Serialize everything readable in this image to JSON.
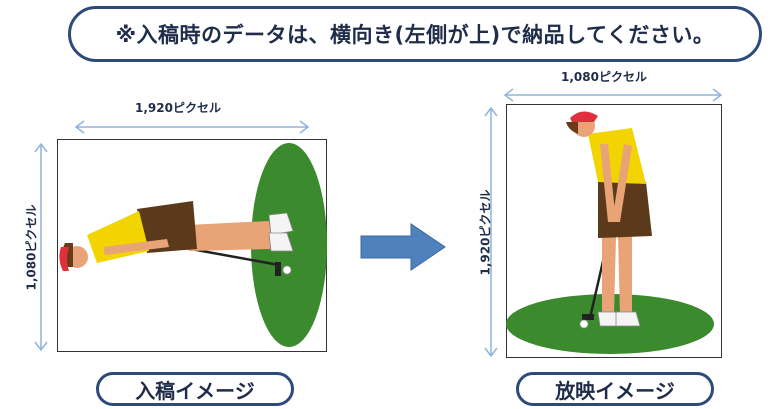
{
  "banner": {
    "text": "※入稿時のデータは、横向き(左側が上)で納品してください。"
  },
  "left_panel": {
    "width_label": "1,920ピクセル",
    "height_label": "1,080ピクセル",
    "caption": "入稿イメージ"
  },
  "right_panel": {
    "width_label": "1,080ピクセル",
    "height_label": "1,920ピクセル",
    "caption": "放映イメージ"
  },
  "colors": {
    "navy": "#2e4a7a",
    "dim_line": "#8fb4dc",
    "green": "#3b8a2e",
    "arrow": "#4f81bd",
    "shirt": "#f2d500",
    "shorts": "#5a3a1a",
    "cap": "#e0303c",
    "skin": "#e8a377"
  }
}
